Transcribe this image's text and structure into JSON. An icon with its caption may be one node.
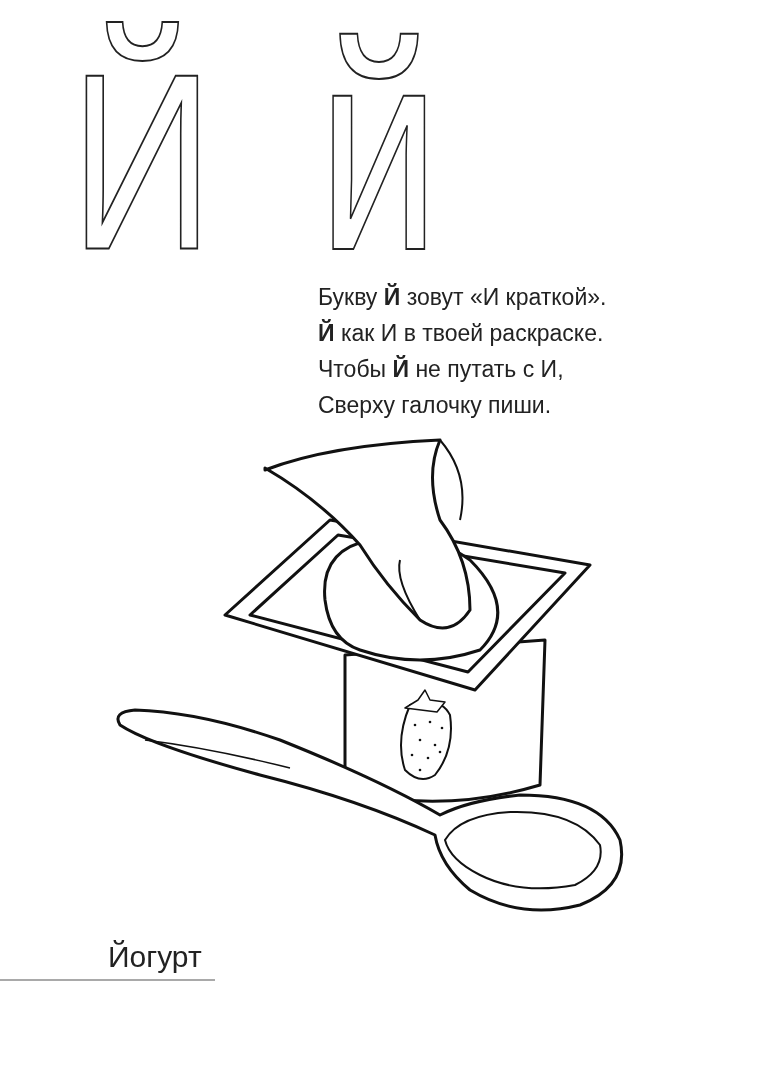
{
  "diagram": {
    "labels": [
      "Й",
      "й",
      "Букву **Й** зовут «И краткой».",
      "**Й** как И в твоей раскраске.",
      "Чтобы **Й** не путать с И,",
      "Сверху галочку пиши.",
      "Йогурт"
    ]
  }
}
